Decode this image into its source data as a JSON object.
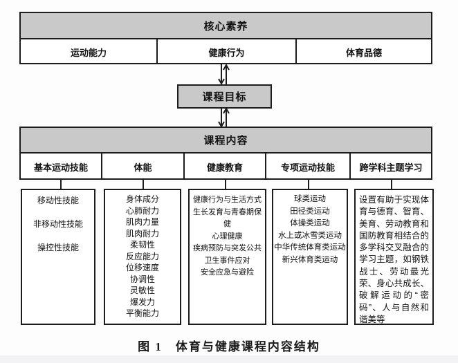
{
  "diagram": {
    "core_literacy": {
      "title": "核心素养",
      "items": [
        "运动能力",
        "健康行为",
        "体育品德"
      ]
    },
    "curriculum_goals": {
      "title": "课程目标"
    },
    "curriculum_content": {
      "title": "课程内容",
      "columns": [
        {
          "label": "基本运动技能",
          "details": [
            "移动性技能",
            "非移动性技能",
            "操控性技能"
          ]
        },
        {
          "label": "体能",
          "details": [
            "身体成分",
            "心肺耐力",
            "肌肉力量",
            "肌肉耐力",
            "柔韧性",
            "反应能力",
            "位移速度",
            "协调性",
            "灵敏性",
            "爆发力",
            "平衡能力"
          ]
        },
        {
          "label": "健康教育",
          "details": [
            "健康行为与生活方式",
            "生长发育与青春期保健",
            "心理健康",
            "疾病预防与突发公共卫生事件应对",
            "安全应急与避险"
          ]
        },
        {
          "label": "专项运动技能",
          "details": [
            "球类运动",
            "田径类运动",
            "体操类运动",
            "水上或冰雪类运动",
            "中华传统体育类运动",
            "新兴体育类运动"
          ]
        },
        {
          "label": "跨学科主题学习",
          "paragraph": "设置有助于实现体育与德育、智育、美育、劳动教育和国防教育相结合的多学科交叉融合的学习主题，如钢铁战士、劳动最光荣、身心共成长、破解运动的“密码”、人与自然和谐美等"
        }
      ]
    },
    "caption": "图 1　体育与健康课程内容结构",
    "colors": {
      "header_fill": "#c9c9c9",
      "border": "#1c1c1c"
    }
  }
}
